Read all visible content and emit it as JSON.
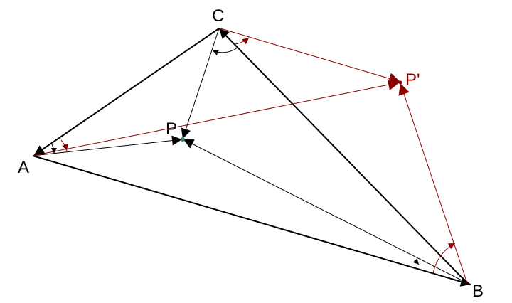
{
  "labels": {
    "A": "A",
    "B": "B",
    "C": "C",
    "P": "P",
    "P_prime": "P'"
  },
  "colors": {
    "black": "#000000",
    "dark_red": "#8b0000",
    "point_green": "#2e8b57"
  }
}
